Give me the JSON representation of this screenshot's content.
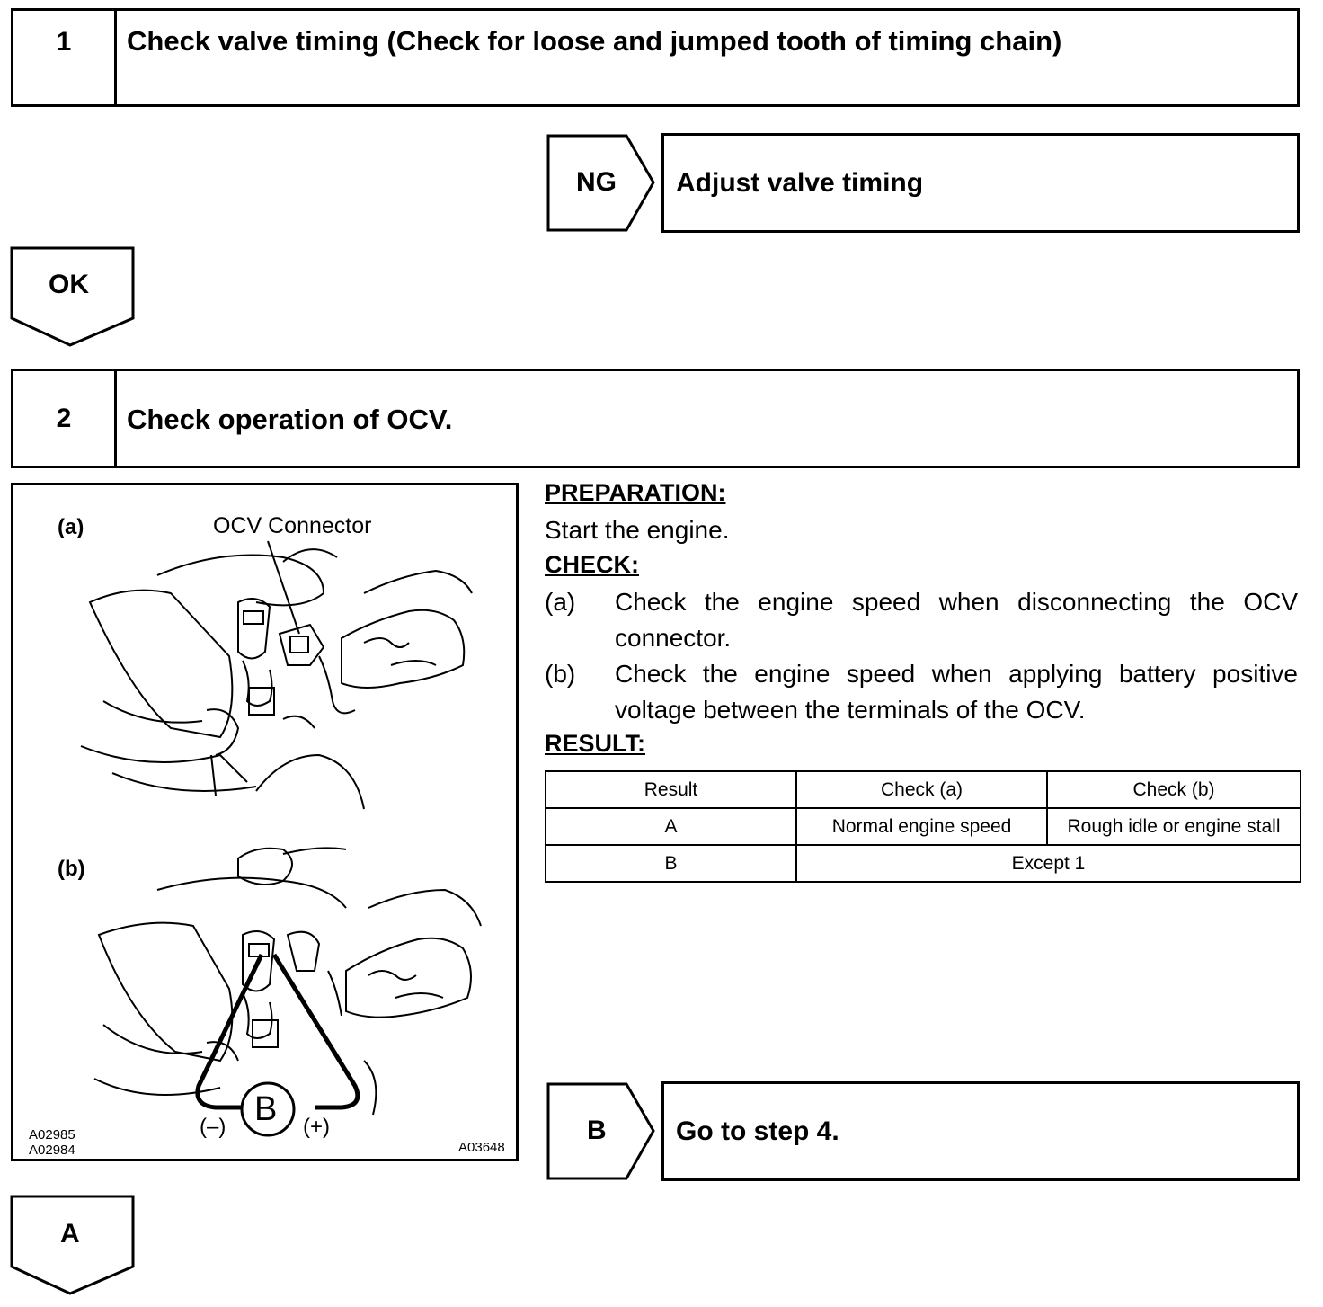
{
  "step1": {
    "number": "1",
    "title": "Check valve timing (Check for loose and jumped tooth of timing chain)"
  },
  "ng_branch": {
    "label": "NG",
    "action": "Adjust valve timing"
  },
  "ok_arrow": {
    "label": "OK"
  },
  "step2": {
    "number": "2",
    "title": "Check operation of OCV."
  },
  "figure": {
    "label_a": "(a)",
    "label_b": "(b)",
    "connector_label": "OCV Connector",
    "battery_label": "B",
    "minus_label": "(–)",
    "plus_label": "(+)",
    "code_1": "A02985",
    "code_2": "A02984",
    "code_3": "A03648"
  },
  "procedure": {
    "preparation_heading": "PREPARATION:",
    "preparation_text": "Start the engine.",
    "check_heading": "CHECK:",
    "checks": [
      {
        "label": "(a)",
        "text": "Check the engine speed when disconnecting the OCV connector."
      },
      {
        "label": "(b)",
        "text": "Check the engine speed when applying battery positive voltage between the terminals of the OCV."
      }
    ],
    "result_heading": "RESULT:"
  },
  "result_table": {
    "headers": [
      "Result",
      "Check (a)",
      "Check (b)"
    ],
    "rows": [
      [
        "A",
        "Normal engine speed",
        "Rough idle or engine stall"
      ],
      [
        "B",
        "Except 1"
      ]
    ]
  },
  "b_branch": {
    "label": "B",
    "action": "Go to step 4."
  },
  "a_arrow": {
    "label": "A"
  }
}
